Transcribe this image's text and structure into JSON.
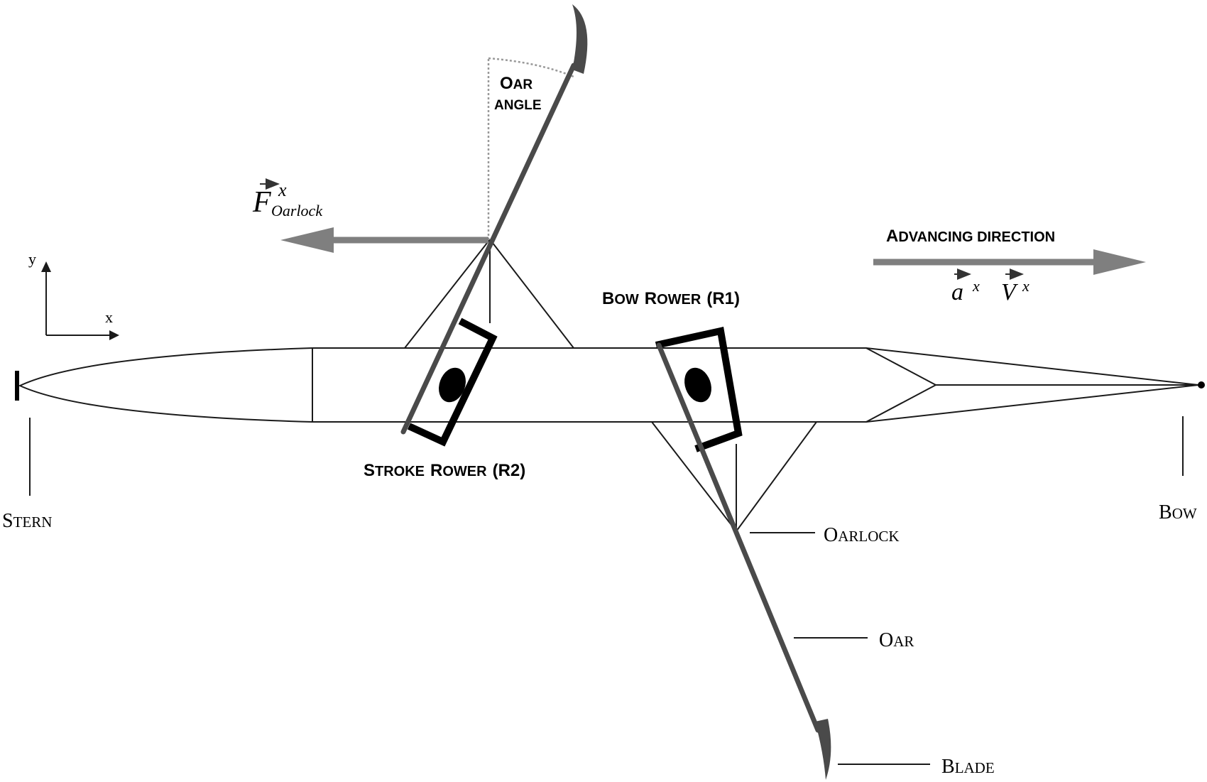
{
  "colors": {
    "background": "#ffffff",
    "line": "#1a1a1a",
    "oar": "#4a4a4a",
    "arrow": "#7f7f7f",
    "seat": "#000000"
  },
  "axes": {
    "y": "y",
    "x": "x"
  },
  "force": {
    "symbol": "F",
    "superscript": "x",
    "subscript": "Oarlock"
  },
  "advancing": {
    "first": "A",
    "rest": "DVANCING DIRECTION",
    "accel_symbol": "a",
    "accel_sup": "x",
    "vel_symbol": "V",
    "vel_sup": "x"
  },
  "oar_angle": {
    "line1_first": "O",
    "line1_rest": "AR",
    "line2": "ANGLE"
  },
  "bow_rower": {
    "w1_first": "B",
    "w1_rest": "OW",
    "w2_first": "R",
    "w2_rest": "OWER",
    "tag": "(R1)"
  },
  "stroke_rower": {
    "w1_first": "S",
    "w1_rest": "TROKE",
    "w2_first": "R",
    "w2_rest": "OWER",
    "tag": "(R2)"
  },
  "labels": {
    "stern": {
      "first": "S",
      "rest": "TERN"
    },
    "bow": {
      "first": "B",
      "rest": "OW"
    },
    "oarlock": {
      "first": "O",
      "rest": "ARLOCK"
    },
    "oar": {
      "first": "O",
      "rest": "AR"
    },
    "blade": {
      "first": "B",
      "rest": "LADE"
    }
  }
}
